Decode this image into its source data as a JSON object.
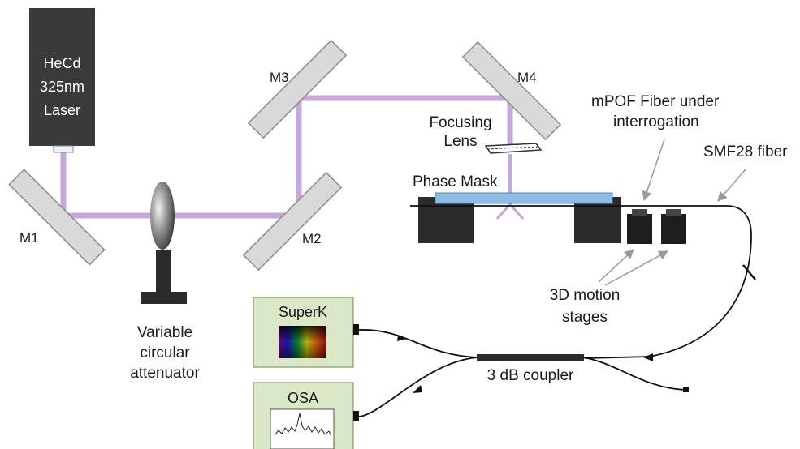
{
  "laser": {
    "line1": "HeCd",
    "line2": "325nm",
    "line3": "Laser"
  },
  "mirrors": {
    "m1": "M1",
    "m2": "M2",
    "m3": "M3",
    "m4": "M4"
  },
  "attenuator": {
    "line1": "Variable",
    "line2": "circular",
    "line3": "attenuator"
  },
  "focusing_lens": {
    "line1": "Focusing",
    "line2": "Lens"
  },
  "phase_mask": "Phase Mask",
  "mpof_fiber": {
    "line1": "mPOF Fiber under",
    "line2": "interrogation"
  },
  "smf28_fiber": "SMF28 fiber",
  "motion_stages": {
    "line1": "3D motion",
    "line2": "stages"
  },
  "superk": "SuperK",
  "osa": "OSA",
  "coupler": "3 dB coupler",
  "colors": {
    "beam": "#c8a7dc",
    "mirror_fill": "#d9d9d9",
    "mirror_stroke": "#8c8c8c",
    "laser_body": "#3a3a3a",
    "stage": "#2b2b2b",
    "box_fill": "#dbe8c8",
    "phase_mask": "#8fbbe8"
  }
}
